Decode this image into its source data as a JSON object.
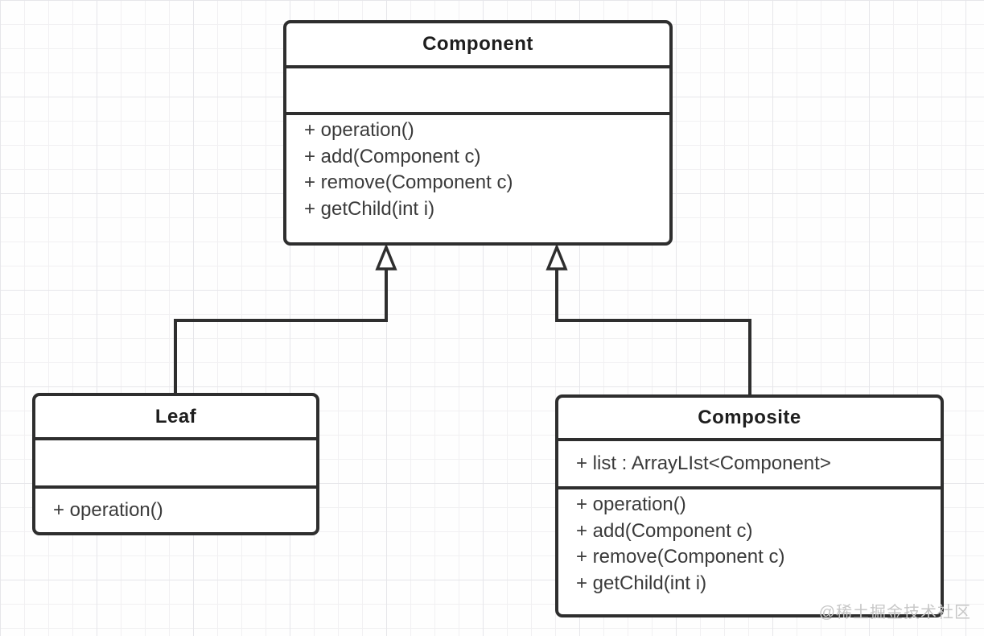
{
  "classes": {
    "component": {
      "name": "Component",
      "attributes": [],
      "methods": [
        "+ operation()",
        "+ add(Component c)",
        "+ remove(Component c)",
        "+ getChild(int i)"
      ]
    },
    "leaf": {
      "name": "Leaf",
      "attributes": [],
      "methods": [
        "+ operation()"
      ]
    },
    "composite": {
      "name": "Composite",
      "attributes": [
        "+ list : ArrayLIst<Component>"
      ],
      "methods": [
        "+ operation()",
        "+ add(Component c)",
        "+ remove(Component c)",
        "+ getChild(int i)"
      ]
    }
  },
  "relations": [
    {
      "type": "inheritance",
      "from": "Leaf",
      "to": "Component"
    },
    {
      "type": "inheritance",
      "from": "Composite",
      "to": "Component"
    }
  ],
  "watermark": "@稀土掘金技术社区",
  "colors": {
    "line": "#2e2e2e",
    "text": "#3b3b3b",
    "title_text": "#1e1e1e",
    "background": "#fefefe",
    "grid_minor": "#f1f0f2",
    "grid_major": "#e6e6ea",
    "watermark": "#c7c7c7"
  }
}
